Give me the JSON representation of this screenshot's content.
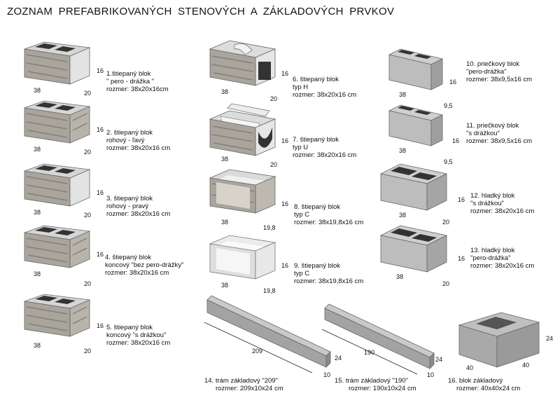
{
  "title": "ZOZNAM PREFABRIKOVANÝCH STENOVÝCH A ZÁKLADOVÝCH PRVKOV",
  "items": [
    {
      "l1": "1.štiepaný blok",
      "l2": "\" pero - drážka \"",
      "l3": "rozmer: 38x20x16cm",
      "d": [
        "16",
        "38",
        "20"
      ]
    },
    {
      "l1": "2. štiepaný blok",
      "l2": "rohový - ľavý",
      "l3": "rozmer: 38x20x16 cm",
      "d": [
        "16",
        "38",
        "20"
      ]
    },
    {
      "l1": "3. štiepaný blok",
      "l2": "rohový - pravý",
      "l3": "rozmer: 38x20x16 cm",
      "d": [
        "16",
        "38",
        "20"
      ]
    },
    {
      "l1": "4. štiepaný blok",
      "l2": "koncový \"bez pero-drážky\"",
      "l3": "rozmer: 38x20x16 cm",
      "d": [
        "16",
        "38",
        "20"
      ]
    },
    {
      "l1": "5. štiepaný blok",
      "l2": "koncový \"s drážkou\"",
      "l3": "rozmer: 38x20x16 cm",
      "d": [
        "16",
        "38",
        "20"
      ]
    },
    {
      "l1": "6. štiepaný blok",
      "l2": "typ H",
      "l3": "rozmer: 38x20x16 cm",
      "d": [
        "16",
        "38",
        "20"
      ]
    },
    {
      "l1": "7. štiepaný blok",
      "l2": "typ U",
      "l3": "rozmer: 38x20x16 cm",
      "d": [
        "16",
        "38",
        "20"
      ]
    },
    {
      "l1": "8. štiepaný blok",
      "l2": "typ C",
      "l3": "rozmer: 38x19,8x16 cm",
      "d": [
        "16",
        "38",
        "19,8"
      ]
    },
    {
      "l1": "9. štiepaný blok",
      "l2": "typ C",
      "l3": "rozmer: 38x19,8x16 cm",
      "d": [
        "16",
        "38",
        "19,8"
      ]
    },
    {
      "l1": "10. priečkový blok",
      "l2": "\"pero-drážka\"",
      "l3": "rozmer: 38x9,5x16 cm",
      "d": [
        "16",
        "38",
        "9,5"
      ]
    },
    {
      "l1": "11. priečkový blok",
      "l2": "\"s drážkou\"",
      "l3": "rozmer: 38x9,5x16 cm",
      "d": [
        "16",
        "38",
        "9,5"
      ]
    },
    {
      "l1": "12. hladký blok",
      "l2": "\"s drážkou\"",
      "l3": "rozmer: 38x20x16 cm",
      "d": [
        "16",
        "38",
        "20"
      ]
    },
    {
      "l1": "13. hladký blok",
      "l2": "\"pero-drážka\"",
      "l3": "rozmer: 38x20x16 cm",
      "d": [
        "16",
        "38",
        "20"
      ]
    },
    {
      "l1": "14. trám základový \"209\"",
      "l2": "rozmer: 209x10x24 cm",
      "d": [
        "209",
        "24",
        "10"
      ]
    },
    {
      "l1": "15. trám základový \"190\"",
      "l2": "rozmer: 190x10x24 cm",
      "d": [
        "190",
        "24",
        "10"
      ]
    },
    {
      "l1": "16. blok základový",
      "l2": "rozmer: 40x40x24 cm",
      "d": [
        "24",
        "40",
        "40"
      ]
    }
  ]
}
